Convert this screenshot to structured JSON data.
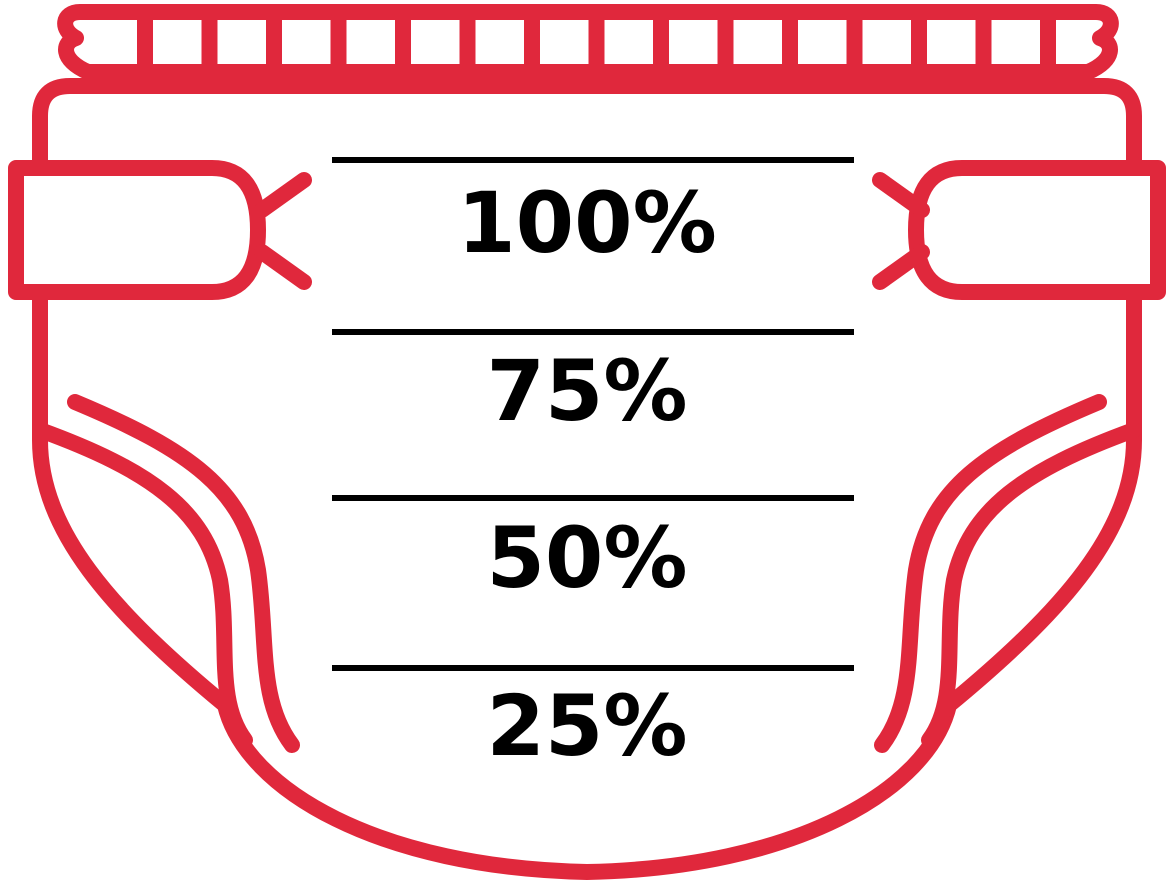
{
  "colors": {
    "outline": "#e0283c",
    "text": "#000000",
    "background": "#ffffff"
  },
  "levels": [
    {
      "label": "100%",
      "value": 100
    },
    {
      "label": "75%",
      "value": 75
    },
    {
      "label": "50%",
      "value": 50
    },
    {
      "label": "25%",
      "value": 25
    }
  ]
}
